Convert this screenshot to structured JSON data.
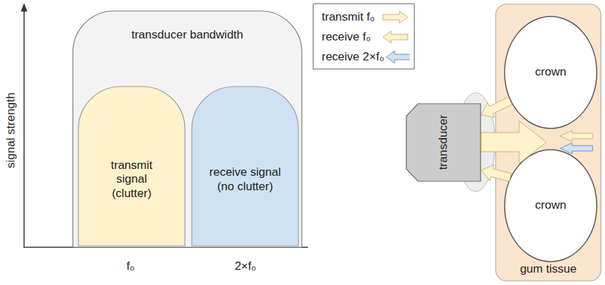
{
  "diagram": {
    "nodes": [
      {
        "text": [
          "transducer bandwidth"
        ]
      },
      {
        "text": [
          "transmit signal (clutter)"
        ],
        "in": 0
      },
      {
        "text": [
          "receive signal (no clutter)"
        ],
        "in": 0
      },
      {
        "text": [
          "transducer"
        ]
      },
      {
        "text": [
          "gum tissue"
        ]
      },
      {
        "text": [
          "crown"
        ],
        "in": 4
      },
      {
        "text": [
          "crown"
        ],
        "in": 4
      }
    ],
    "edges": [
      {
        "from": 5,
        "to": 3,
        "arrow": "to"
      },
      {
        "from": 6,
        "to": 3,
        "arrow": "to"
      }
    ],
    "labels": [
      "signal strength",
      "f₀",
      "2×f₀"
    ],
    "legend": [
      {
        "text": "transmit f₀",
        "color": "#fff2cc"
      },
      {
        "text": "receive f₀",
        "color": "#fff2cc"
      },
      {
        "text": "receive 2×f₀",
        "color": "#cfe2f3"
      }
    ]
  }
}
